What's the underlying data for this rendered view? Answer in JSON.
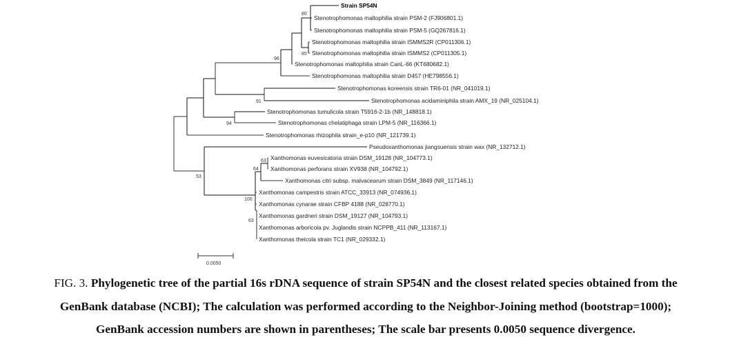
{
  "figure": {
    "caption_label": "FIG. 3.",
    "caption_text": "Phylogenetic tree of the partial 16s rDNA sequence of strain SP54N and the closest related species obtained from the GenBank database (NCBI); The calculation was performed according to the Neighbor-Joining method (bootstrap=1000); GenBank accession numbers are shown in parentheses; The scale bar presents 0.0050 sequence divergence."
  },
  "chart_data": {
    "type": "phylogenetic-tree",
    "method": "Neighbor-Joining",
    "bootstrap_replicates": 1000,
    "scale_bar": {
      "label": "0.0050",
      "value": 0.005
    },
    "leaves": [
      {
        "id": "sp54n",
        "label": "Strain  SP54N",
        "bold": true
      },
      {
        "id": "psm2",
        "label": "Stenotrophomonas maltophilia strain PSM-2 (FJ906801.1)"
      },
      {
        "id": "psm5",
        "label": "Stenotrophomonas maltophilia strain PSM-5 (GQ267816.1)"
      },
      {
        "id": "ismms2r",
        "label": "Stenotrophomonas maltophilia strain ISMMS2R (CP011306.1)"
      },
      {
        "id": "ismms2",
        "label": "Stenotrophomonas maltophilia strain ISMMS2 (CP011305.1)"
      },
      {
        "id": "canl66",
        "label": "Stenotrophomonas maltophilia strain CanL-66 (KT680682.1)"
      },
      {
        "id": "d457",
        "label": "Stenotrophomonas maltophilia strain D457 (HE798556.1)"
      },
      {
        "id": "koreensis",
        "label": "Stenotrophomonas koreensis strain TR6-01 (NR_041019.1)"
      },
      {
        "id": "acidaminiphila",
        "label": "Stenotrophomonas acidaminiphila strain AMX_19 (NR_025104.1)"
      },
      {
        "id": "tumulicola",
        "label": "Stenotrophomonas tumulicola strain T5916-2-1b (NR_148818.1)"
      },
      {
        "id": "chelatiphaga",
        "label": "Stenotrophomonas chelatiphaga strain LPM-5 (NR_116366.1)"
      },
      {
        "id": "rhizophila",
        "label": "Stenotrophomonas rhizophila strain_e-p10 (NR_121739.1)"
      },
      {
        "id": "pseudoxantho",
        "label": "Pseudoxanthomonas jiangsuensis strain wax (NR_132712.1)"
      },
      {
        "id": "euvesicatoria",
        "label": "Xanthomonas euvesicatoria strain DSM_19128 (NR_104773.1)"
      },
      {
        "id": "perforans",
        "label": "Xanthomonas perforans strain XV938 (NR_104792.1)"
      },
      {
        "id": "citri",
        "label": "Xanthomonas citri subsp. malvacearum strain DSM_3849 (NR_117146.1)"
      },
      {
        "id": "campestris",
        "label": "Xanthomonas campestris strain ATCC_33913 (NR_074936.1)"
      },
      {
        "id": "cynarae",
        "label": "Xanthomonas cynarae strain CFBP 4188 (NR_028770.1)"
      },
      {
        "id": "gardneri",
        "label": "Xanthomonas gardneri strain DSM_19127 (NR_104793.1)"
      },
      {
        "id": "arboricola",
        "label": "Xanthomonas arboricola pv. Juglandis strain NCPPB_411 (NR_113167.1)"
      },
      {
        "id": "theicola",
        "label": "Xanthomonas theicola strain TC1 (NR_029332.1)"
      }
    ],
    "bootstrap_values": [
      {
        "node": "SP54N+PSM-2+PSM-5",
        "value": "80"
      },
      {
        "node": "ISMMS2R+ISMMS2",
        "value": "85"
      },
      {
        "node": "S. maltophilia clade",
        "value": "96"
      },
      {
        "node": "koreensis+acidaminiphila",
        "value": "91"
      },
      {
        "node": "tumulicola+chelatiphaga",
        "value": "94"
      },
      {
        "node": "Pseudoxanthomonas+Xanthomonas",
        "value": "53"
      },
      {
        "node": "euvesicatoria+perforans",
        "value": "63"
      },
      {
        "node": "euvesicatoria+perforans+citri",
        "value": "64"
      },
      {
        "node": "Xanthomonas clade",
        "value": "100"
      },
      {
        "node": "gardneri+arboricola+theicola",
        "value": "63"
      }
    ]
  }
}
